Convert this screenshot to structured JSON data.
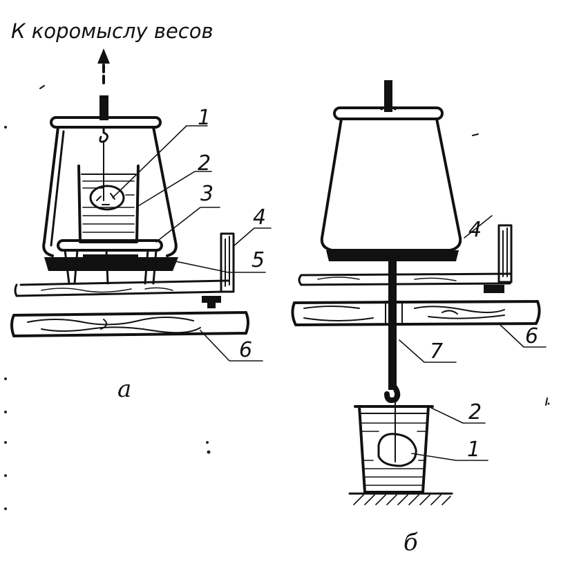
{
  "title": "К коромыслу весов",
  "panels": {
    "a": "а",
    "b": "б"
  },
  "callouts_a": [
    "1",
    "2",
    "3",
    "4",
    "5",
    "6"
  ],
  "callouts_b": [
    "4",
    "6",
    "7",
    "2",
    "1"
  ],
  "colors": {
    "ink": "#111111",
    "paper": "#ffffff"
  }
}
